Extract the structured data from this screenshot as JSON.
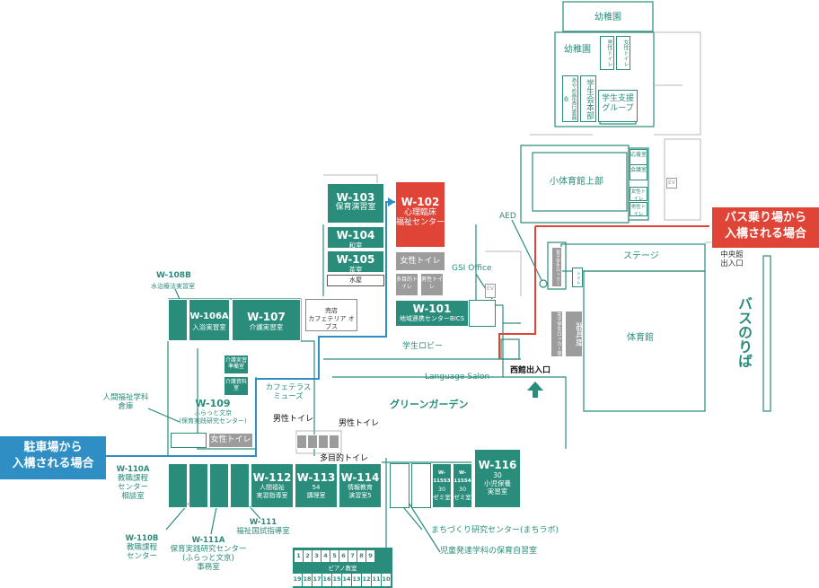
{
  "rooms": {
    "w103": {
      "id": "W-103",
      "name": "保育演習室"
    },
    "w104": {
      "id": "W-104",
      "name": "和室"
    },
    "w105": {
      "id": "W-105",
      "name": "茶室"
    },
    "mizuya": "水屋",
    "w102": {
      "id": "W-102",
      "name1": "心理臨床",
      "name2": "福祉センター"
    },
    "female_wc": "女性トイレ",
    "multi_wc": "多目的トイレ",
    "male_wc": "男性トイレ",
    "w101": {
      "id": "W-101",
      "name": "地域連携センターBICS"
    },
    "w106a": {
      "id": "W-106A",
      "name": "入浴実習室"
    },
    "w107": {
      "id": "W-107",
      "name": "介護実習室"
    },
    "shop": {
      "l1": "売店",
      "l2": "カフェテリア オブス"
    },
    "kaigo_prep": "介護実習準備室",
    "kaigo_mat": "介護資料室",
    "w109": {
      "id": "W-109",
      "l1": "ふらっと文京",
      "l2": "(保育実践研究センター)"
    },
    "female_wc2": "女性トイレ",
    "w112": {
      "id": "W-112",
      "l1": "人間福祉",
      "l2": "実習指導室"
    },
    "w113": {
      "id": "W-113",
      "l1": "54",
      "l2": "講理室"
    },
    "w114": {
      "id": "W-114",
      "l1": "情報教育",
      "l2": "演習室5"
    },
    "w115s3": {
      "id": "W-115S3",
      "l1": "30",
      "l2": "ゼミ室"
    },
    "w115s4": {
      "id": "W-115S4",
      "l1": "30",
      "l2": "ゼミ室"
    },
    "w116": {
      "id": "W-116",
      "l1": "30",
      "l2": "小児保養",
      "l3": "実習室"
    },
    "kindergarten_top": "幼稚園",
    "kindergarten": "幼稚園",
    "k_wc_male": "男性トイレ",
    "k_wc_female": "女性トイレ",
    "ayame": "あやめ祭実行委員会",
    "gakusei_honbu": "学生会本部",
    "gakusei_shien": "学生支援グループ",
    "gym_upper": "小体育館上部",
    "ouen": "応援室",
    "kaigi": "会議室",
    "k_female_wc": "女性トイレ",
    "k_male_wc": "男性トイレ",
    "ev": "EV",
    "ev2": "EV",
    "stage": "ステージ",
    "gym": "体育館",
    "kigu": "器具庫",
    "locker_m": "男子学生ロッカー室",
    "locker_f": "女子学生ロッカー室",
    "wc_small": "トイレ",
    "piano": "ピアノ教室",
    "piano_top": [
      "1",
      "2",
      "3",
      "4",
      "5",
      "6",
      "7",
      "8",
      "9"
    ],
    "piano_bottom": [
      "19",
      "18",
      "17",
      "16",
      "15",
      "14",
      "13",
      "12",
      "11",
      "10"
    ]
  },
  "labels": {
    "w108b_id": "W-108B",
    "w108b_name": "水治療法実習室",
    "ningen_store1": "人間福祉学科",
    "ningen_store2": "倉庫",
    "cafe_terrace1": "カフェテラス",
    "cafe_terrace2": "ミューズ",
    "male_wc_a": "男性トイレ",
    "male_wc_b": "男性トイレ",
    "multi_wc": "多目的トイレ",
    "green_garden": "グリーンガーデン",
    "student_lobby": "学生ロビー",
    "language_salon": "Language Salon",
    "west_entrance": "西館出入口",
    "gsi_office": "GSI Office",
    "aed": "AED",
    "central_entrance1": "中央館",
    "central_entrance2": "出入口",
    "bus_road": "バスのりば",
    "w110a_id": "W-110A",
    "w110a_1": "教職課程",
    "w110a_2": "センター",
    "w110a_3": "相談室",
    "w110b_id": "W-110B",
    "w110b_1": "教職課程",
    "w110b_2": "センター",
    "w111a_id": "W-111A",
    "w111a_1": "保育実践研究センター",
    "w111a_2": "(ふらっと文京)",
    "w111a_3": "事務室",
    "w111_id": "W-111",
    "w111_1": "福祉国試指導室",
    "machizukuri": "まちづくり研究センター(まちラボ)",
    "jido": "児童発達学科の保育自習室"
  },
  "callouts": {
    "bus": {
      "l1": "バス乗り場から",
      "l2": "入構される場合"
    },
    "parking": {
      "l1": "駐車場から",
      "l2": "入構される場合"
    }
  },
  "colors": {
    "room": "#2a8c7b",
    "highlight": "#e04437",
    "route_red": "#e04437",
    "route_blue": "#2f8ec4",
    "grey": "#9c9c9c"
  }
}
